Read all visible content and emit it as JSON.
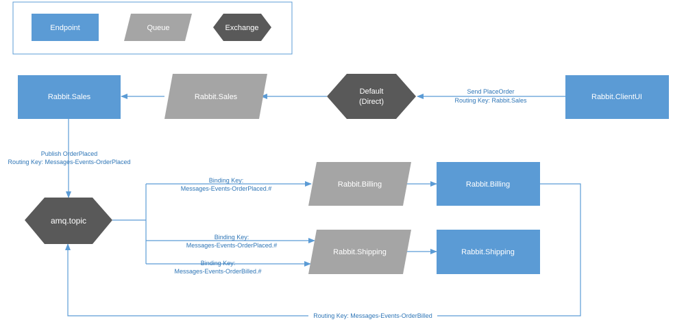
{
  "legend": {
    "endpoint": "Endpoint",
    "queue": "Queue",
    "exchange": "Exchange"
  },
  "colors": {
    "endpoint": "#5b9bd5",
    "queue": "#a5a5a5",
    "exchange": "#595959",
    "arrow": "#5b9bd5",
    "edge_text": "#2e75b6",
    "legend_border": "#5b9bd5"
  },
  "nodes": {
    "client_ui": "Rabbit.ClientUI",
    "default_exchange": [
      "Default",
      "(Direct)"
    ],
    "sales_queue": "Rabbit.Sales",
    "sales_endpoint": "Rabbit.Sales",
    "amq_topic": "amq.topic",
    "billing_queue": "Rabbit.Billing",
    "billing_endpoint": "Rabbit.Billing",
    "shipping_queue": "Rabbit.Shipping",
    "shipping_endpoint": "Rabbit.Shipping"
  },
  "edges": {
    "send_place_order": [
      "Send PlaceOrder",
      "Routing Key: Rabbit.Sales"
    ],
    "publish_order_placed": [
      "Publish OrderPlaced",
      "Routing Key: Messages-Events-OrderPlaced"
    ],
    "bind_billing_placed": [
      "Binding Key:",
      "Messages-Events-OrderPlaced.#"
    ],
    "bind_shipping_placed": [
      "Binding Key:",
      "Messages-Events-OrderPlaced.#"
    ],
    "bind_shipping_billed": [
      "Binding Key:",
      "Messages-Events-OrderBilled.#"
    ],
    "routing_order_billed": "Routing Key: Messages-Events-OrderBilled"
  }
}
